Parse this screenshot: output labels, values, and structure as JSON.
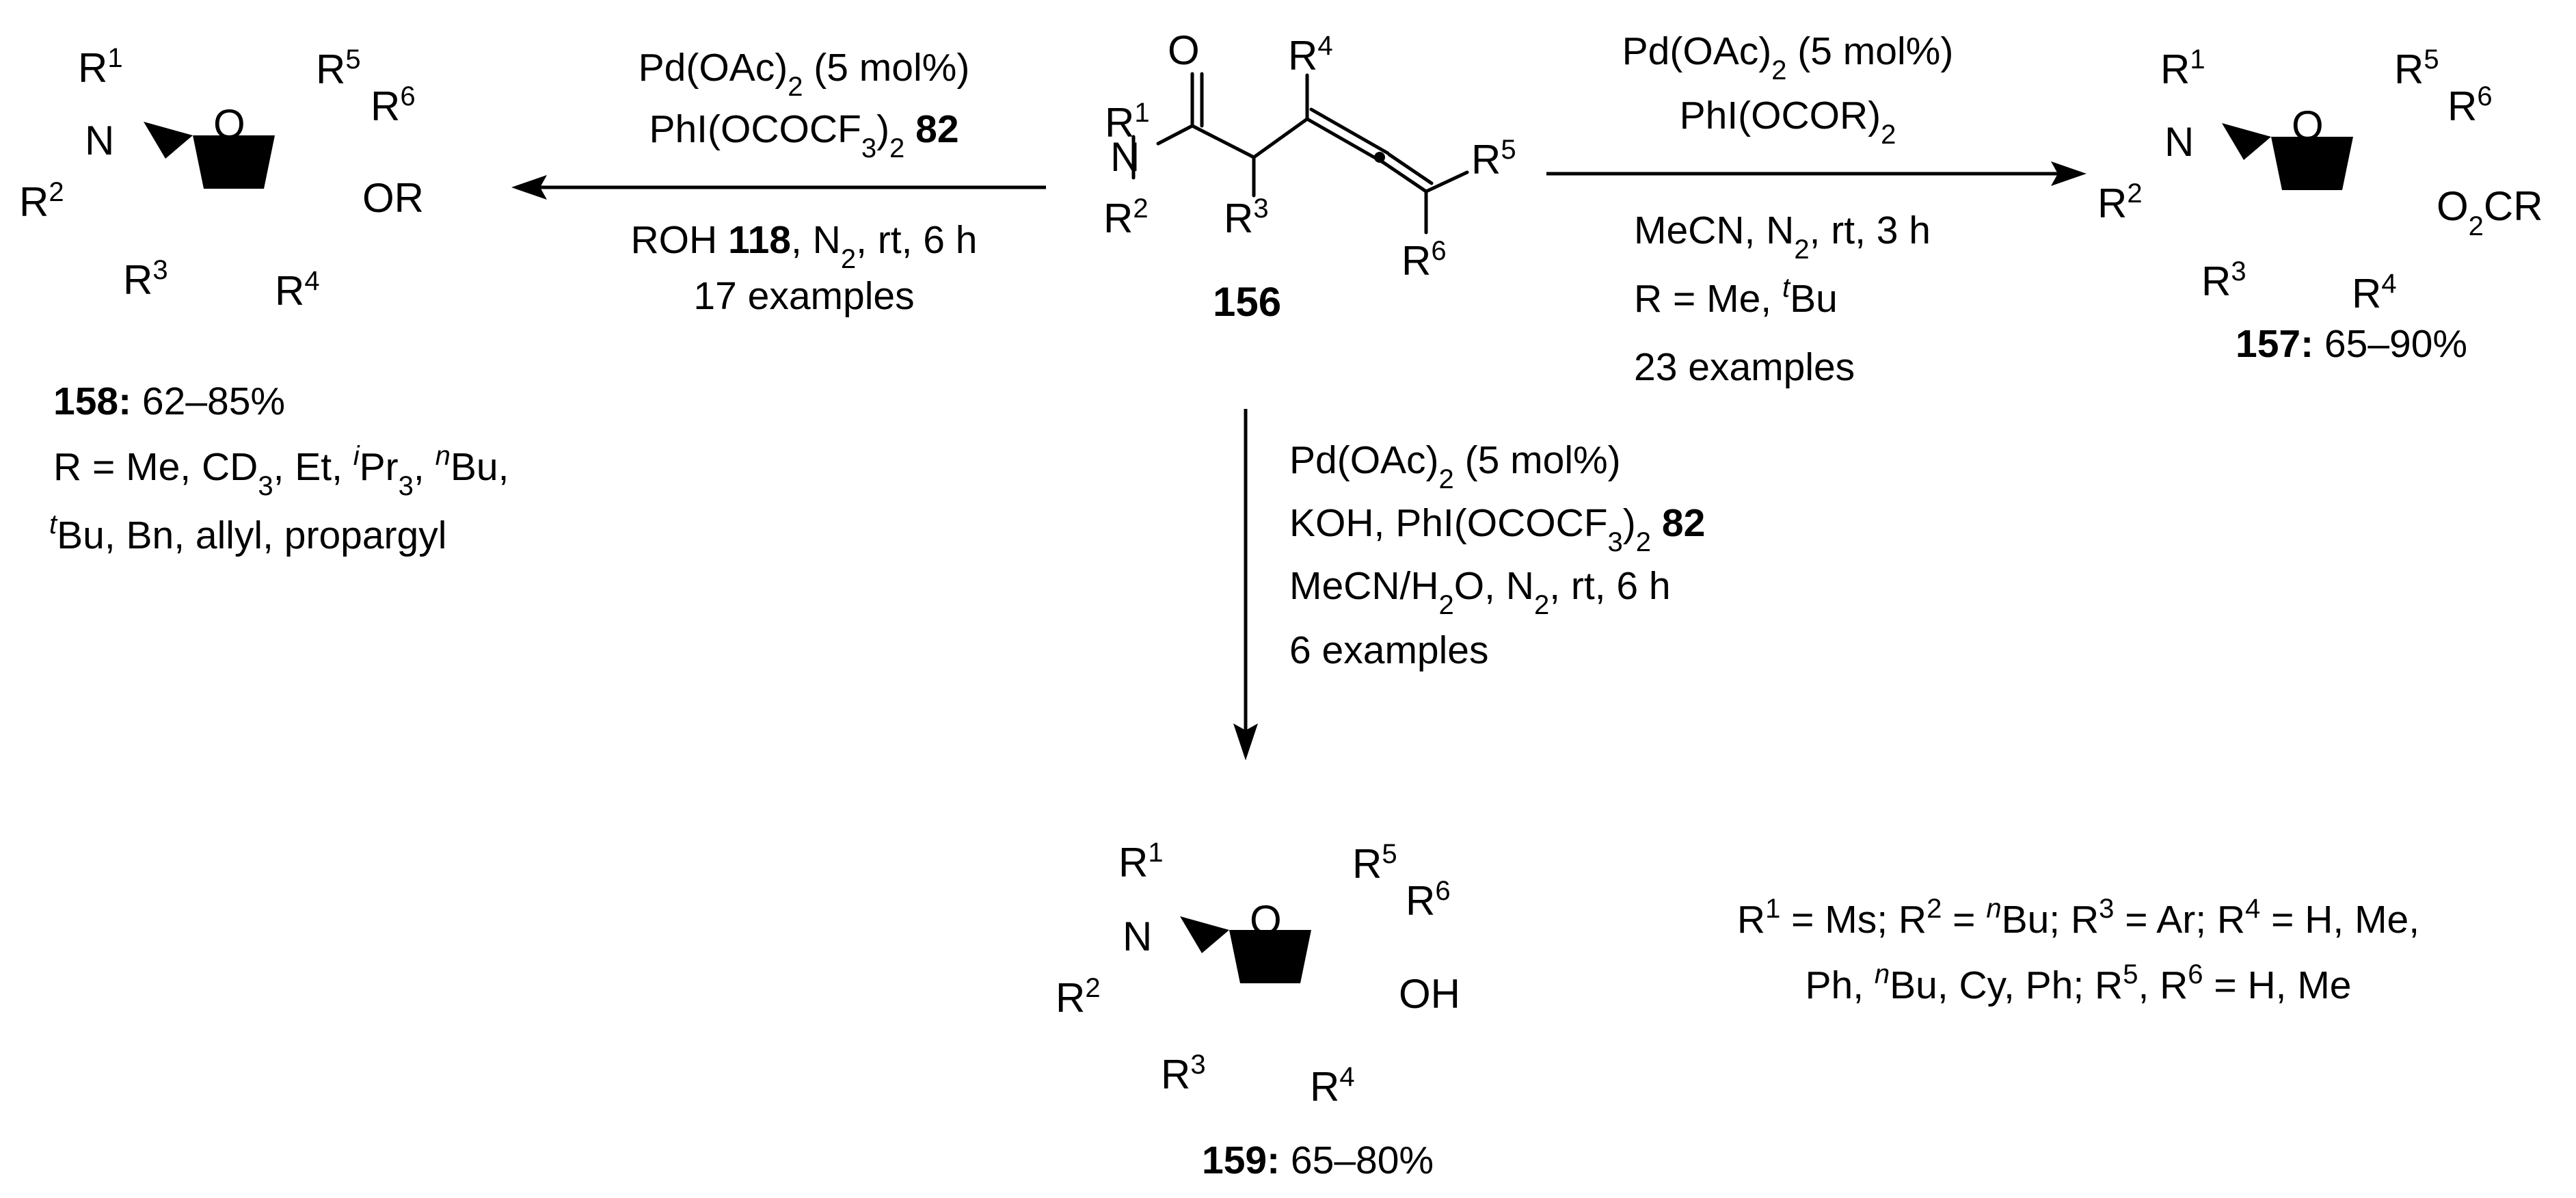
{
  "atoms": {
    "n": "N",
    "o": "O",
    "r1": "R",
    "sup1": "1",
    "r2": "R",
    "sup2": "2",
    "r3": "R",
    "sup3": "3",
    "r4": "R",
    "sup4": "4",
    "r5": "R",
    "sup5": "5",
    "r6": "R",
    "sup6": "6",
    "or": "OR",
    "oh": "OH",
    "o2cr_main": "O",
    "o2cr_sub": "2",
    "o2cr_tail": "CR"
  },
  "compounds": {
    "c156": {
      "number": "156"
    },
    "c157": {
      "number": "157:",
      "yield": " 65–90%"
    },
    "c158": {
      "number": "158:",
      "yield": " 62–85%",
      "r_line1": "R = Me, CD",
      "r_line1_sub": "3",
      "r_line1_b": ", Et, ",
      "r_line1_isup": "i",
      "r_line1_pr": "Pr",
      "r_line1_prsub": "3",
      "r_line1_c": ", ",
      "r_line1_nsup": "n",
      "r_line1_bu": "Bu,",
      "r_line2_tsup": "t",
      "r_line2": "Bu, Bn, allyl, propargyl"
    },
    "c159": {
      "number": "159:",
      "yield": " 65–80%"
    }
  },
  "conditions": {
    "left": {
      "line1": "Pd(OAc)",
      "line1_sub": "2",
      "line1_tail": " (5 mol%)",
      "line2": "PhI(OCOCF",
      "line2_sub": "3",
      "line2_mid": ")",
      "line2_sub2": "2",
      "line2_bold": " 82",
      "line3": "ROH ",
      "line3_bold": "118",
      "line3_b": ", N",
      "line3_sub": "2",
      "line3_tail": ", rt, 6 h",
      "line4": "17 examples"
    },
    "right": {
      "line1": "Pd(OAc)",
      "line1_sub": "2",
      "line1_tail": " (5 mol%)",
      "line2": "PhI(OCOR)",
      "line2_sub": "2",
      "line3": "MeCN, N",
      "line3_sub": "2",
      "line3_tail": ", rt, 3 h",
      "line4": "R = Me, ",
      "line4_sup": "t",
      "line4_tail": "Bu",
      "line5": "23 examples"
    },
    "down": {
      "line1": "Pd(OAc)",
      "line1_sub": "2",
      "line1_tail": " (5 mol%)",
      "line2": "KOH, PhI(OCOCF",
      "line2_sub": "3",
      "line2_mid": ")",
      "line2_sub2": "2",
      "line2_bold": " 82",
      "line3": "MeCN/H",
      "line3_sub": "2",
      "line3_b": "O, N",
      "line3_sub2": "2",
      "line3_tail": ", rt, 6 h",
      "line4": "6 examples"
    }
  },
  "legend": {
    "line1_a": "R",
    "line1_s1": "1",
    "line1_b": " = Ms; R",
    "line1_s2": "2",
    "line1_c": " = ",
    "line1_n": "n",
    "line1_d": "Bu; R",
    "line1_s3": "3",
    "line1_e": " = Ar; R",
    "line1_s4": "4",
    "line1_f": " = H, Me,",
    "line2_a": "Ph, ",
    "line2_n": "n",
    "line2_b": "Bu, Cy, Ph; R",
    "line2_s5": "5",
    "line2_c": ", R",
    "line2_s6": "6",
    "line2_d": " = H, Me"
  }
}
